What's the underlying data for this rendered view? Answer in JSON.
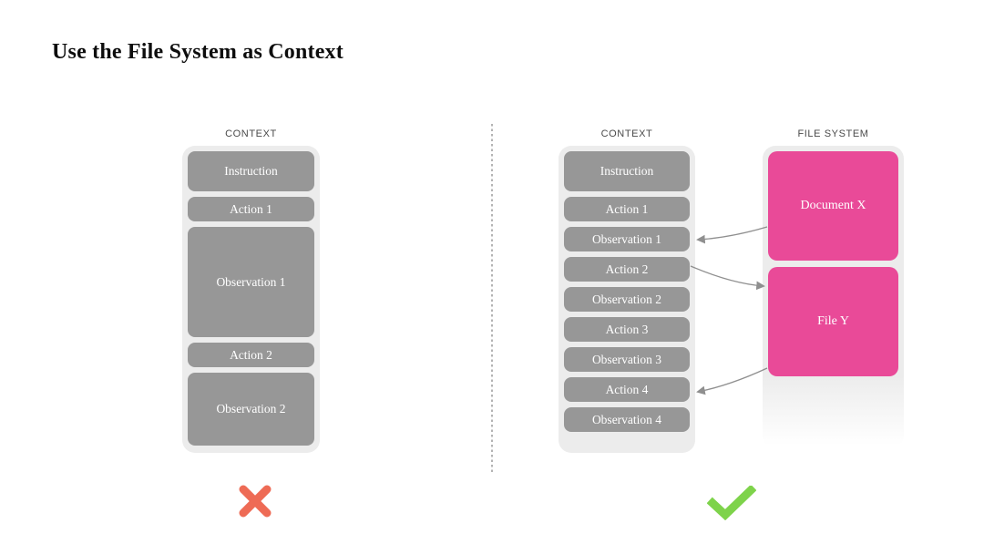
{
  "title": "Use the File System as Context",
  "left": {
    "label": "CONTEXT",
    "items": [
      "Instruction",
      "Action 1",
      "Observation 1",
      "Action 2",
      "Observation 2"
    ],
    "verdict": "rejected"
  },
  "right": {
    "context_label": "CONTEXT",
    "context_items": [
      "Instruction",
      "Action 1",
      "Observation 1",
      "Action 2",
      "Observation 2",
      "Action 3",
      "Observation 3",
      "Action 4",
      "Observation 4"
    ],
    "file_system_label": "FILE SYSTEM",
    "file_system_items": [
      "Document X",
      "File Y"
    ],
    "verdict": "accepted"
  },
  "connections": [
    {
      "from": "Document X",
      "to": "Observation 1"
    },
    {
      "from": "Action 2",
      "to": "File Y"
    },
    {
      "from": "File Y",
      "to": "Action 4"
    }
  ],
  "icons": {
    "cross": "cross-icon",
    "check": "check-icon"
  },
  "colors": {
    "box_gray": "#979797",
    "container_gray": "#ececec",
    "accent_pink": "#e94a98",
    "cross_red": "#ee6b55",
    "check_green": "#7ed34b",
    "arrow_gray": "#8f8f8f"
  }
}
